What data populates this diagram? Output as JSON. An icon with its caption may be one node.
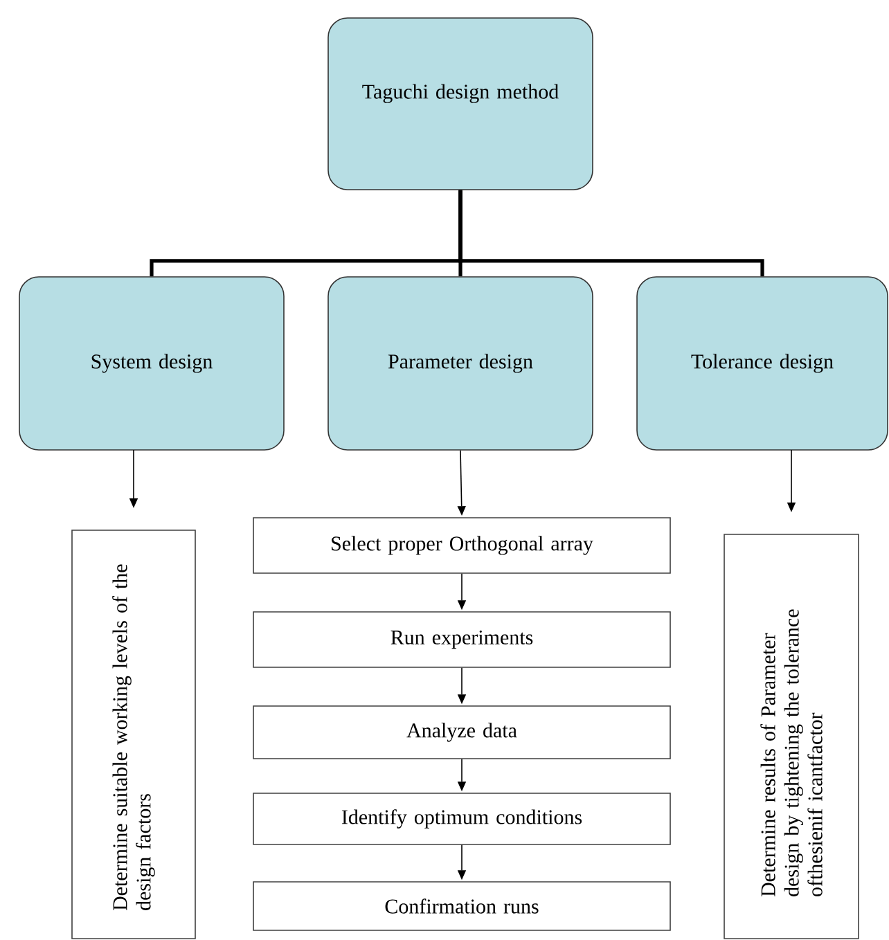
{
  "diagram": {
    "nodes": [
      {
        "text": [
          "Taguchi design method"
        ]
      },
      {
        "text": [
          "System design"
        ]
      },
      {
        "text": [
          "Parameter design"
        ]
      },
      {
        "text": [
          "Tolerance design"
        ]
      },
      {
        "text": [
          "Determine suitable working levels of the design factors"
        ]
      },
      {
        "text": [
          "Select proper Orthogonal array"
        ]
      },
      {
        "text": [
          "Run experiments"
        ]
      },
      {
        "text": [
          "Analyze data"
        ]
      },
      {
        "text": [
          "Identify optimum conditions"
        ]
      },
      {
        "text": [
          "Confirmation runs"
        ]
      },
      {
        "text": [
          "Determine results of Parameter design by tightening the tolerance ofthesienif icantfactor"
        ]
      }
    ],
    "edges": [
      {
        "from": 0,
        "to": 1,
        "arrow": "none",
        "style": "thick"
      },
      {
        "from": 0,
        "to": 2,
        "arrow": "none",
        "style": "thick"
      },
      {
        "from": 0,
        "to": 3,
        "arrow": "none",
        "style": "thick"
      },
      {
        "from": 1,
        "to": 4,
        "arrow": "to"
      },
      {
        "from": 2,
        "to": 5,
        "arrow": "to"
      },
      {
        "from": 5,
        "to": 6,
        "arrow": "to"
      },
      {
        "from": 6,
        "to": 7,
        "arrow": "to"
      },
      {
        "from": 7,
        "to": 8,
        "arrow": "to"
      },
      {
        "from": 8,
        "to": 9,
        "arrow": "to"
      },
      {
        "from": 3,
        "to": 10,
        "arrow": "to"
      }
    ]
  }
}
